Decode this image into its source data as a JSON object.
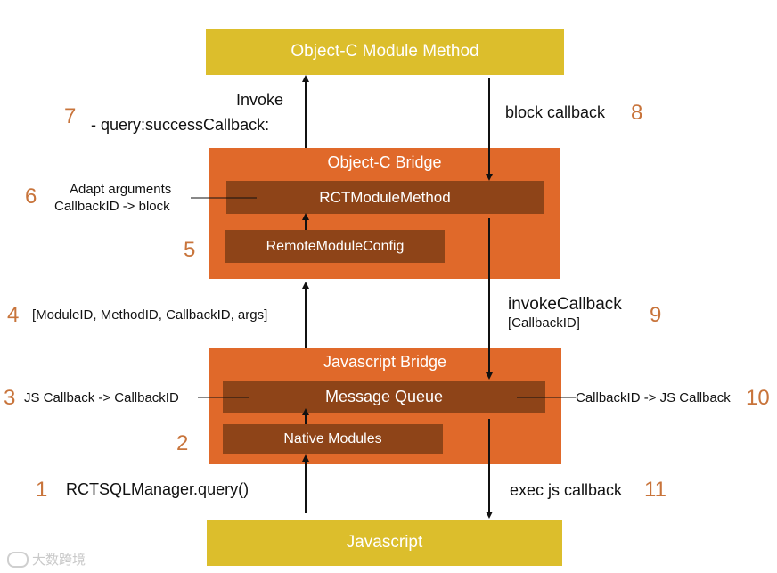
{
  "boxes": {
    "objc_module_method": "Object-C Module Method",
    "objc_bridge": "Object-C Bridge",
    "rct_module_method": "RCTModuleMethod",
    "remote_module_config": "RemoteModuleConfig",
    "js_bridge": "Javascript Bridge",
    "message_queue": "Message Queue",
    "native_modules": "Native Modules",
    "javascript": "Javascript"
  },
  "steps": {
    "s1": {
      "num": "1",
      "label": "RCTSQLManager.query()"
    },
    "s2": {
      "num": "2"
    },
    "s3": {
      "num": "3",
      "label": "JS Callback -> CallbackID"
    },
    "s4": {
      "num": "4",
      "label": "[ModuleID, MethodID, CallbackID, args]"
    },
    "s5": {
      "num": "5"
    },
    "s6": {
      "num": "6",
      "label_line1": "Adapt arguments",
      "label_line2": "CallbackID -> block"
    },
    "s7": {
      "num": "7",
      "label_line1": "Invoke",
      "label_line2": "- query:successCallback:"
    },
    "s8": {
      "num": "8",
      "label": "block callback"
    },
    "s9": {
      "num": "9",
      "label_line1": "invokeCallback",
      "label_line2": "[CallbackID]"
    },
    "s10": {
      "num": "10",
      "label": "CallbackID -> JS Callback"
    },
    "s11": {
      "num": "11",
      "label": "exec js callback"
    }
  },
  "watermark": "大数跨境",
  "colors": {
    "yellow": "#dcbe2c",
    "orange": "#e0692a",
    "dark_orange": "#8e4418",
    "step_number": "#c8743b"
  }
}
